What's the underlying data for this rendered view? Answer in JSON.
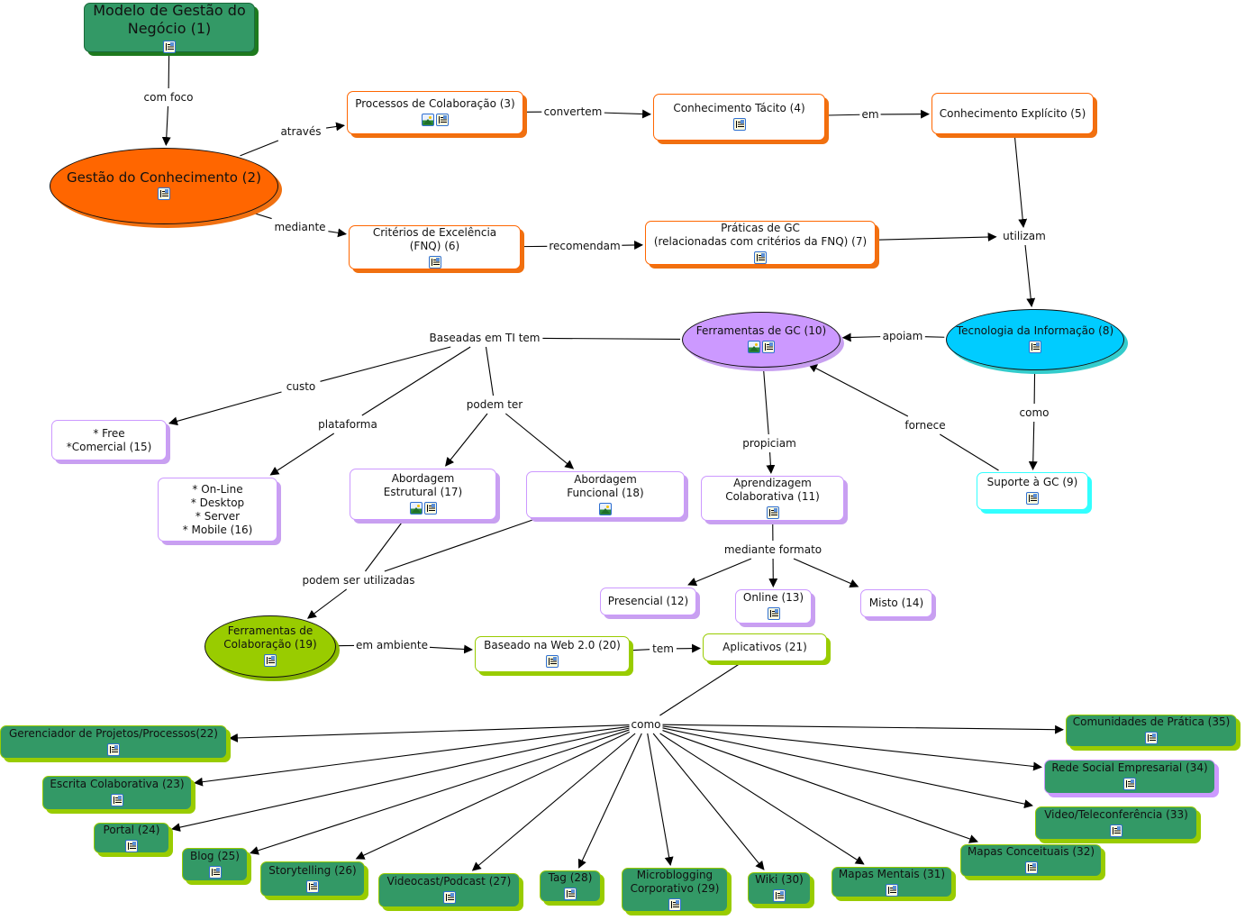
{
  "colors": {
    "orange_fill": "#ff6600",
    "orange_shadow": "#f07010",
    "dark_green_fill": "#339966",
    "dark_green_shadow": "#1e7a1e",
    "lime_green": "#99cc00",
    "purple_fill": "#cc99ff",
    "purple_shadow": "#c8a0f0",
    "cyan_fill": "#00ccff",
    "cyan_border": "#33ffff",
    "cyan_shadow": "#33cccc",
    "line": "#000000"
  },
  "concepts": [
    {
      "id": "c1",
      "label": "Modelo de Gestão do\nNegócio (1)",
      "icons": [
        "doc"
      ]
    },
    {
      "id": "c2",
      "label": "Gestão do Conhecimento (2)",
      "icons": [
        "doc"
      ]
    },
    {
      "id": "c3",
      "label": "Processos de Colaboração (3)",
      "icons": [
        "img",
        "doc"
      ]
    },
    {
      "id": "c4",
      "label": "Conhecimento Tácito (4)",
      "icons": [
        "doc"
      ]
    },
    {
      "id": "c5",
      "label": "Conhecimento Explícito (5)",
      "icons": []
    },
    {
      "id": "c6",
      "label": "Critérios de Excelência\n(FNQ) (6)",
      "icons": [
        "doc"
      ]
    },
    {
      "id": "c7",
      "label": "Práticas de GC\n(relacionadas com critérios da FNQ) (7)",
      "icons": [
        "doc"
      ]
    },
    {
      "id": "c8",
      "label": "Tecnologia da Informação (8)",
      "icons": [
        "doc"
      ]
    },
    {
      "id": "c9",
      "label": "Suporte à GC (9)",
      "icons": [
        "doc"
      ]
    },
    {
      "id": "c10",
      "label": "Ferramentas de GC (10)",
      "icons": [
        "img",
        "doc"
      ]
    },
    {
      "id": "c11",
      "label": "Aprendizagem\nColaborativa (11)",
      "icons": [
        "doc"
      ]
    },
    {
      "id": "c12",
      "label": "Presencial (12)",
      "icons": []
    },
    {
      "id": "c13",
      "label": "Online (13)",
      "icons": [
        "doc"
      ]
    },
    {
      "id": "c14",
      "label": "Misto (14)",
      "icons": []
    },
    {
      "id": "c15",
      "label": "* Free\n*Comercial (15)",
      "icons": []
    },
    {
      "id": "c16",
      "label": "* On-Line\n* Desktop\n* Server\n* Mobile (16)",
      "icons": []
    },
    {
      "id": "c17",
      "label": "Abordagem\nEstrutural (17)",
      "icons": [
        "img",
        "doc"
      ]
    },
    {
      "id": "c18",
      "label": "Abordagem\nFuncional (18)",
      "icons": [
        "img"
      ]
    },
    {
      "id": "c19",
      "label": "Ferramentas de\nColaboração (19)",
      "icons": [
        "doc"
      ]
    },
    {
      "id": "c20",
      "label": "Baseado na Web 2.0 (20)",
      "icons": [
        "doc"
      ]
    },
    {
      "id": "c21",
      "label": "Aplicativos (21)",
      "icons": []
    },
    {
      "id": "c22",
      "label": "Gerenciador de Projetos/Processos(22)",
      "icons": [
        "doc"
      ]
    },
    {
      "id": "c23",
      "label": "Escrita Colaborativa (23)",
      "icons": [
        "doc"
      ]
    },
    {
      "id": "c24",
      "label": "Portal (24)",
      "icons": [
        "doc"
      ]
    },
    {
      "id": "c25",
      "label": "Blog (25)",
      "icons": [
        "doc"
      ]
    },
    {
      "id": "c26",
      "label": "Storytelling (26)",
      "icons": [
        "doc"
      ]
    },
    {
      "id": "c27",
      "label": "Videocast/Podcast (27)",
      "icons": [
        "doc"
      ]
    },
    {
      "id": "c28",
      "label": "Tag (28)",
      "icons": [
        "doc"
      ]
    },
    {
      "id": "c29",
      "label": "Microblogging\nCorporativo (29)",
      "icons": [
        "doc"
      ]
    },
    {
      "id": "c30",
      "label": "Wiki (30)",
      "icons": [
        "doc"
      ]
    },
    {
      "id": "c31",
      "label": "Mapas Mentais (31)",
      "icons": [
        "doc"
      ]
    },
    {
      "id": "c32",
      "label": "Mapas Conceituais (32)",
      "icons": [
        "doc"
      ]
    },
    {
      "id": "c33",
      "label": "Video/Teleconferência (33)",
      "icons": [
        "doc"
      ]
    },
    {
      "id": "c34",
      "label": "Rede Social Empresarial (34)",
      "icons": [
        "doc"
      ]
    },
    {
      "id": "c35",
      "label": "Comunidades de Prática (35)",
      "icons": [
        "doc"
      ]
    }
  ],
  "link_phrases": [
    {
      "id": "l_comfoco",
      "label": "com foco"
    },
    {
      "id": "l_atraves",
      "label": "através"
    },
    {
      "id": "l_mediante",
      "label": "mediante"
    },
    {
      "id": "l_convertem",
      "label": "convertem"
    },
    {
      "id": "l_em",
      "label": "em"
    },
    {
      "id": "l_recomendam",
      "label": "recomendam"
    },
    {
      "id": "l_utilizam",
      "label": "utilizam"
    },
    {
      "id": "l_apoiam",
      "label": "apoiam"
    },
    {
      "id": "l_como_ti",
      "label": "como"
    },
    {
      "id": "l_fornece",
      "label": "fornece"
    },
    {
      "id": "l_baseadas",
      "label": "Baseadas em TI tem"
    },
    {
      "id": "l_custo",
      "label": "custo"
    },
    {
      "id": "l_plataforma",
      "label": "plataforma"
    },
    {
      "id": "l_podemter",
      "label": "podem ter"
    },
    {
      "id": "l_propiciam",
      "label": "propiciam"
    },
    {
      "id": "l_medformato",
      "label": "mediante formato"
    },
    {
      "id": "l_podemser",
      "label": "podem ser utilizadas"
    },
    {
      "id": "l_emambiente",
      "label": "em ambiente"
    },
    {
      "id": "l_tem",
      "label": "tem"
    },
    {
      "id": "l_como_apps",
      "label": "como"
    }
  ],
  "connections": [
    [
      "c1",
      "l_comfoco"
    ],
    [
      "l_comfoco",
      "c2"
    ],
    [
      "c2",
      "l_atraves"
    ],
    [
      "l_atraves",
      "c3"
    ],
    [
      "c2",
      "l_mediante"
    ],
    [
      "l_mediante",
      "c6"
    ],
    [
      "c3",
      "l_convertem"
    ],
    [
      "l_convertem",
      "c4"
    ],
    [
      "c4",
      "l_em"
    ],
    [
      "l_em",
      "c5"
    ],
    [
      "c6",
      "l_recomendam"
    ],
    [
      "l_recomendam",
      "c7"
    ],
    [
      "c5",
      "l_utilizam"
    ],
    [
      "c7",
      "l_utilizam"
    ],
    [
      "l_utilizam",
      "c8"
    ],
    [
      "c8",
      "l_apoiam"
    ],
    [
      "l_apoiam",
      "c10"
    ],
    [
      "c8",
      "l_como_ti"
    ],
    [
      "l_como_ti",
      "c9"
    ],
    [
      "c9",
      "l_fornece"
    ],
    [
      "l_fornece",
      "c10"
    ],
    [
      "c10",
      "l_baseadas"
    ],
    [
      "l_baseadas",
      "l_custo"
    ],
    [
      "l_custo",
      "c15"
    ],
    [
      "l_baseadas",
      "l_plataforma"
    ],
    [
      "l_plataforma",
      "c16"
    ],
    [
      "l_baseadas",
      "l_podemter"
    ],
    [
      "l_podemter",
      "c17"
    ],
    [
      "l_podemter",
      "c18"
    ],
    [
      "c10",
      "l_propiciam"
    ],
    [
      "l_propiciam",
      "c11"
    ],
    [
      "c11",
      "l_medformato"
    ],
    [
      "l_medformato",
      "c12"
    ],
    [
      "l_medformato",
      "c13"
    ],
    [
      "l_medformato",
      "c14"
    ],
    [
      "c17",
      "l_podemser"
    ],
    [
      "c18",
      "l_podemser"
    ],
    [
      "l_podemser",
      "c19"
    ],
    [
      "c19",
      "l_emambiente"
    ],
    [
      "l_emambiente",
      "c20"
    ],
    [
      "c20",
      "l_tem"
    ],
    [
      "l_tem",
      "c21"
    ],
    [
      "c21",
      "l_como_apps"
    ],
    [
      "l_como_apps",
      "c22"
    ],
    [
      "l_como_apps",
      "c23"
    ],
    [
      "l_como_apps",
      "c24"
    ],
    [
      "l_como_apps",
      "c25"
    ],
    [
      "l_como_apps",
      "c26"
    ],
    [
      "l_como_apps",
      "c27"
    ],
    [
      "l_como_apps",
      "c28"
    ],
    [
      "l_como_apps",
      "c29"
    ],
    [
      "l_como_apps",
      "c30"
    ],
    [
      "l_como_apps",
      "c31"
    ],
    [
      "l_como_apps",
      "c32"
    ],
    [
      "l_como_apps",
      "c33"
    ],
    [
      "l_como_apps",
      "c34"
    ],
    [
      "l_como_apps",
      "c35"
    ]
  ]
}
